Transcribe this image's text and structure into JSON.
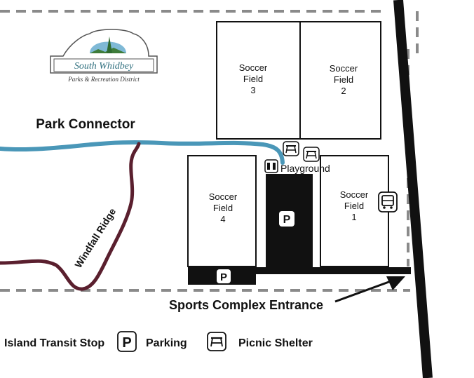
{
  "logo": {
    "name": "South Whidbey",
    "subtitle": "Parks & Recreation District"
  },
  "trails": {
    "park_connector": "Park Connector",
    "windfall_ridge": "Windfall Ridge"
  },
  "fields": [
    {
      "line1": "Soccer",
      "line2": "Field",
      "number": "3"
    },
    {
      "line1": "Soccer",
      "line2": "Field",
      "number": "2"
    },
    {
      "line1": "Soccer",
      "line2": "Field",
      "number": "4"
    },
    {
      "line1": "Soccer",
      "line2": "Field",
      "number": "1"
    }
  ],
  "playground": "Playground",
  "entrance": "Sports Complex Entrance",
  "legend": {
    "transit": "Island Transit Stop",
    "parking": "Parking",
    "picnic": "Picnic Shelter"
  },
  "parking_symbol": "P",
  "colors": {
    "trail_blue": "#4a97b8",
    "trail_maroon": "#5a1f2e",
    "road": "#111111",
    "boundary": "#8a8a8a"
  }
}
